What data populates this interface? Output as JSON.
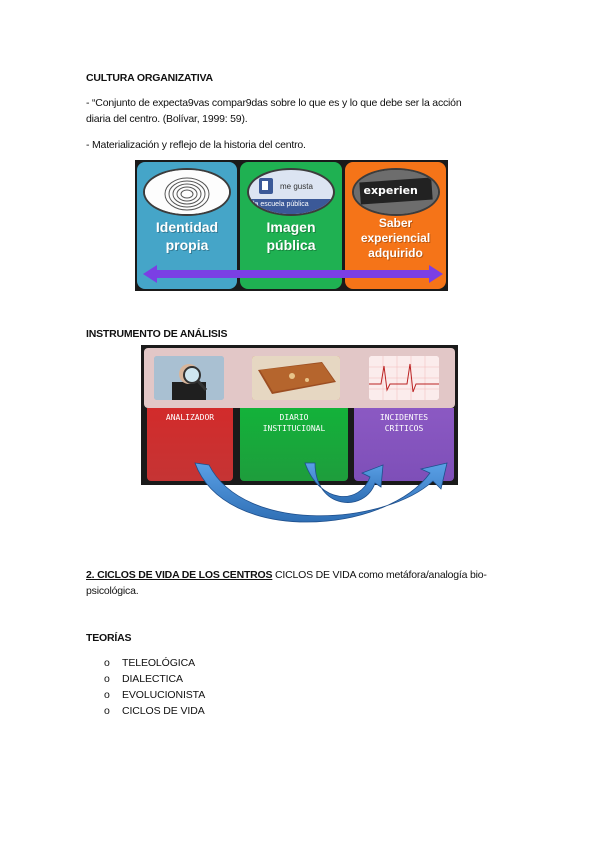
{
  "section1": {
    "title": "CULTURA ORGANIZATIVA",
    "para1_line1": "- “Conjunto de expecta9vas compar9das sobre lo que es y lo que debe ser la acción",
    "para1_line2": "diaria del centro.  (Bolívar, 1999: 59).",
    "para2": "- Materialización y  reflejo de la historia del centro."
  },
  "figure1": {
    "panels": [
      {
        "line1": "Identidad",
        "line2": "propia",
        "color": "#45a5c8"
      },
      {
        "line1": "Imagen",
        "line2": "pública",
        "color": "#1fb152",
        "badge_top": "me gusta",
        "badge_bottom": "la escuela pública"
      },
      {
        "line1": "Saber",
        "line2": "experiencial",
        "line3": "adquirido",
        "color": "#f57418",
        "badge": "experien"
      }
    ],
    "arrow_color": "#7b3fe4"
  },
  "section2": {
    "title": "INSTRUMENTO DE ANÁLISIS"
  },
  "figure2": {
    "columns": [
      {
        "line1": "ANALIZADOR",
        "color": "#d22b2b"
      },
      {
        "line1": "DIARIO",
        "line2": "INSTITUCIONAL",
        "color": "#13b23a"
      },
      {
        "line1": "INCIDENTES",
        "line2": "CRÍTICOS",
        "color": "#8b59c3"
      }
    ],
    "arrow_color": "#4a90d9"
  },
  "section3": {
    "title": "2. CICLOS DE VIDA DE LOS CENTROS",
    "text_line1": " CICLOS DE VIDA como metáfora/analogía bio-",
    "text_line2": "psicológica."
  },
  "section4": {
    "title": "TEORÍAS",
    "bullet": "o",
    "items": [
      "TELEOLÓGICA",
      "DIALECTICA",
      "EVOLUCIONISTA",
      "CICLOS DE VIDA"
    ]
  }
}
